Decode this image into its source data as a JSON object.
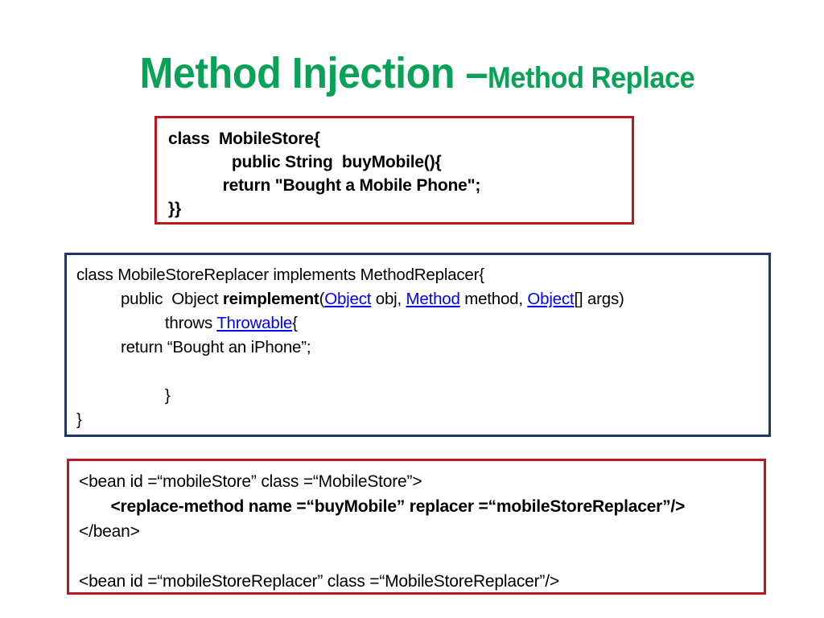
{
  "slide": {
    "title_main": "Method Injection – ",
    "title_sub": "Method Replace",
    "title_color": "#0BA159",
    "background_color": "#FFFFFF"
  },
  "boxes": {
    "class_box": {
      "border_color": "#BE1622",
      "lines": [
        "class  MobileStore{",
        "              public String  buyMobile(){",
        "            return \"Bought a Mobile Phone\";",
        "}}"
      ]
    },
    "replacer_box": {
      "border_color": "#1F3864",
      "link_color": "#0000FF",
      "line1": "class MobileStoreReplacer implements MethodReplacer{",
      "line2": {
        "indent": "          public  Object ",
        "method": "reimplement",
        "open_paren": "(",
        "link1": "Object",
        "mid1": " obj, ",
        "link2": "Method",
        "mid2": " method, ",
        "link3": "Object",
        "tail": "[] args)"
      },
      "line3": {
        "indent": "                    throws ",
        "link": "Throwable",
        "tail": "{"
      },
      "line4": "          return “Bought an iPhone”;",
      "line5": "",
      "line6": "                    }",
      "line7": "}"
    },
    "xml_box": {
      "border_color": "#BE1622",
      "lines": [
        {
          "text": "<bean id =“mobileStore” class =“MobileStore”>",
          "bold": false
        },
        {
          "text": "       <replace-method name =“buyMobile” replacer =“mobileStoreReplacer”/>",
          "bold": true
        },
        {
          "text": "</bean>",
          "bold": false
        },
        {
          "text": "",
          "bold": false
        },
        {
          "text": "<bean id =“mobileStoreReplacer” class =“MobileStoreReplacer”/>",
          "bold": false
        }
      ]
    }
  }
}
